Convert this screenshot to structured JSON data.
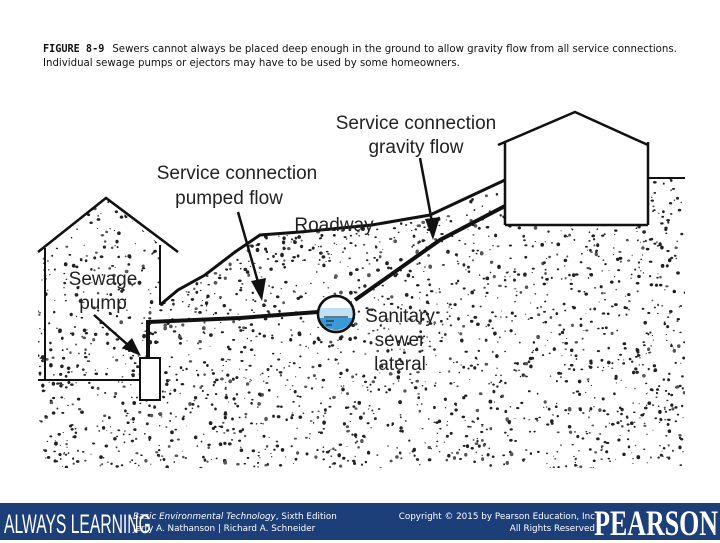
{
  "caption": {
    "figure_number": "FIGURE 8-9",
    "text": "Sewers cannot always be placed deep enough in the ground to allow gravity flow from all service connections. Individual sewage pumps or ejectors may have to be used by some homeowners."
  },
  "diagram": {
    "labels": {
      "gravity_line1": "Service connection",
      "gravity_line2": "gravity flow",
      "pumped_line1": "Service connection",
      "pumped_line2": "pumped flow",
      "roadway": "Roadway",
      "pump_line1": "Sewage",
      "pump_line2": "pump",
      "sewer_line1": "Sanitary",
      "sewer_line2": "sewer",
      "sewer_line3": "lateral"
    },
    "colors": {
      "line": "#111111",
      "water": "#3a9ad9",
      "soil_dots": "#555555"
    }
  },
  "footer": {
    "brand_left": "ALWAYS LEARNING",
    "book_title": "Basic Environmental Technology",
    "book_edition": ", Sixth Edition",
    "authors": "Jerry A. Nathanson | Richard A. Schneider",
    "copyright_line1": "Copyright © 2015 by Pearson Education, Inc",
    "copyright_line2": "All Rights Reserved",
    "brand_right": "PEARSON",
    "background": "#1c3f7a"
  }
}
